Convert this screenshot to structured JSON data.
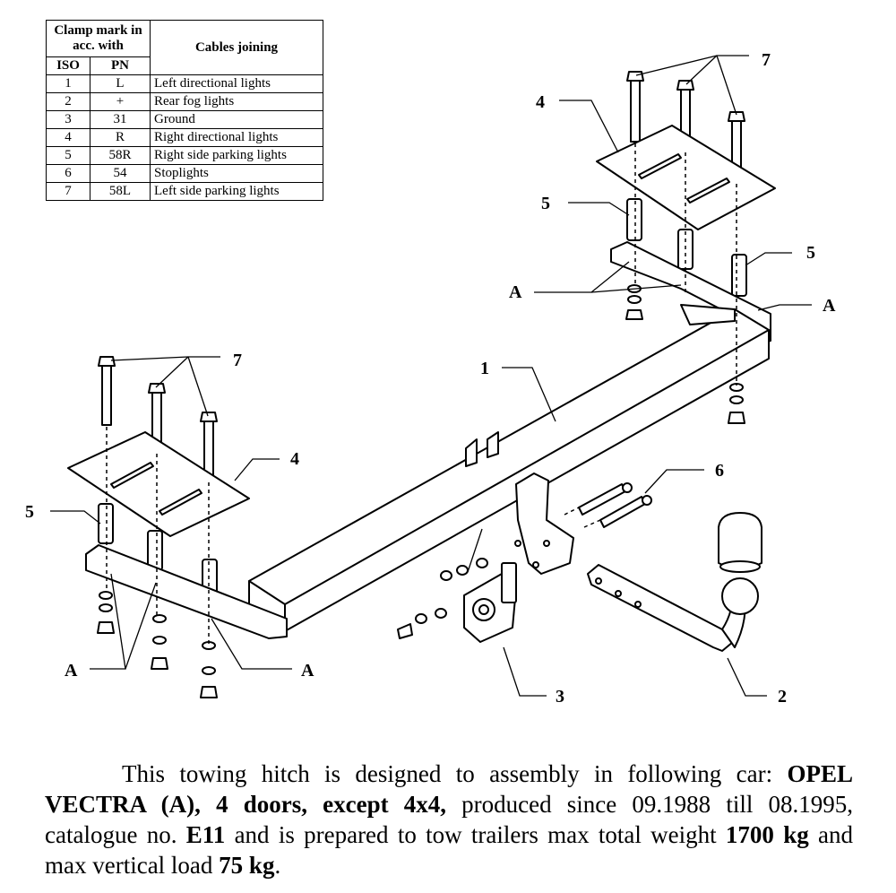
{
  "table": {
    "header_clamp": "Clamp mark in acc. with",
    "header_cables": "Cables joining",
    "header_iso": "ISO",
    "header_pn": "PN",
    "rows": [
      {
        "iso": "1",
        "pn": "L",
        "cable": "Left directional lights"
      },
      {
        "iso": "2",
        "pn": "+",
        "cable": "Rear fog lights"
      },
      {
        "iso": "3",
        "pn": "31",
        "cable": "Ground"
      },
      {
        "iso": "4",
        "pn": "R",
        "cable": "Right directional lights"
      },
      {
        "iso": "5",
        "pn": "58R",
        "cable": "Right side parking lights"
      },
      {
        "iso": "6",
        "pn": "54",
        "cable": "Stoplights"
      },
      {
        "iso": "7",
        "pn": "58L",
        "cable": "Left side parking lights"
      }
    ]
  },
  "labels": {
    "main_beam": "1",
    "tow_ball": "2",
    "socket_plate": "3",
    "mount_plate": "4",
    "spacer": "5",
    "bolt_set": "6",
    "bolts": "7",
    "nut_detail": "A"
  },
  "description": {
    "p1": "This towing hitch is designed to assembly in following car:",
    "car": "OPEL VECTRA (A), 4 doors, except 4x4,",
    "p2": "produced since 09.1988 till 08.1995, catalogue no.",
    "catalogue": "E11",
    "p3": "and is prepared to tow trailers max total weight",
    "weight": "1700 kg",
    "p4": "and max vertical load",
    "load": "75 kg",
    "p5": "."
  }
}
